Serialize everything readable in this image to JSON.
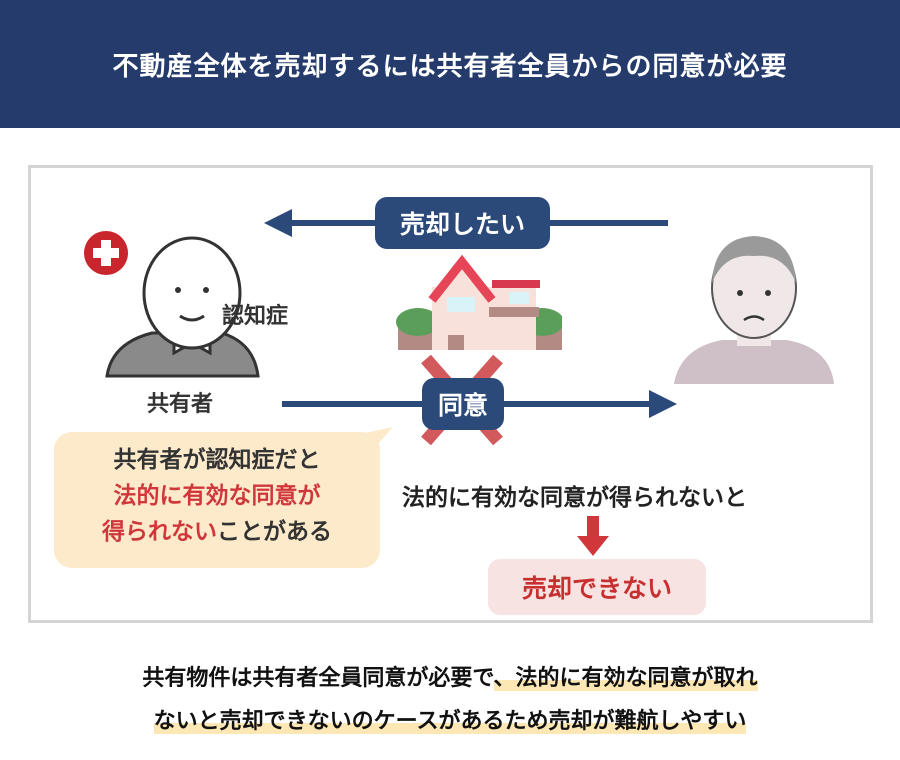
{
  "header": {
    "title": "不動産全体を売却するには共有者全員からの同意が必要"
  },
  "diagram": {
    "sell_label": "売却したい",
    "consent_label": "同意",
    "dementia_label": "認知症",
    "co_owner_label": "共有者",
    "bubble": {
      "line1": "共有者が認知症だと",
      "line2": "法的に有効な同意が",
      "line3_red": "得られない",
      "line3_rest": "ことがある"
    },
    "condition_text": "法的に有効な同意が得られないと",
    "result_label": "売却できない"
  },
  "footer": {
    "line1_plain": "共有物件は共有者全員同意が必要で",
    "line1_highlight": "、法的に有効な同意が取れ",
    "line2_highlight": "ないと売却できないのケースがあるため売却が難航しやすい"
  },
  "colors": {
    "navy": "#243b6c",
    "red": "#d0373b",
    "bubble": "#fdeacb",
    "highlight": "#fde7b5"
  }
}
